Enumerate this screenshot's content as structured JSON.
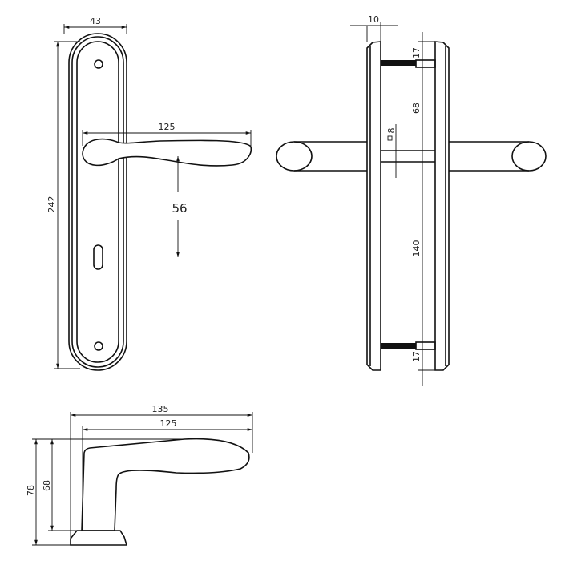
{
  "front_view": {
    "width": "43",
    "height": "242",
    "lever_length": "125",
    "distance": "56"
  },
  "side_view": {
    "plate_thickness": "10",
    "top_offset": "17",
    "upper_spacing": "68",
    "square_spindle": "8",
    "lower_spacing": "140",
    "bottom_offset": "17"
  },
  "lever_view": {
    "total_length": "135",
    "lever_length": "125",
    "total_height": "78",
    "lever_height": "68"
  }
}
